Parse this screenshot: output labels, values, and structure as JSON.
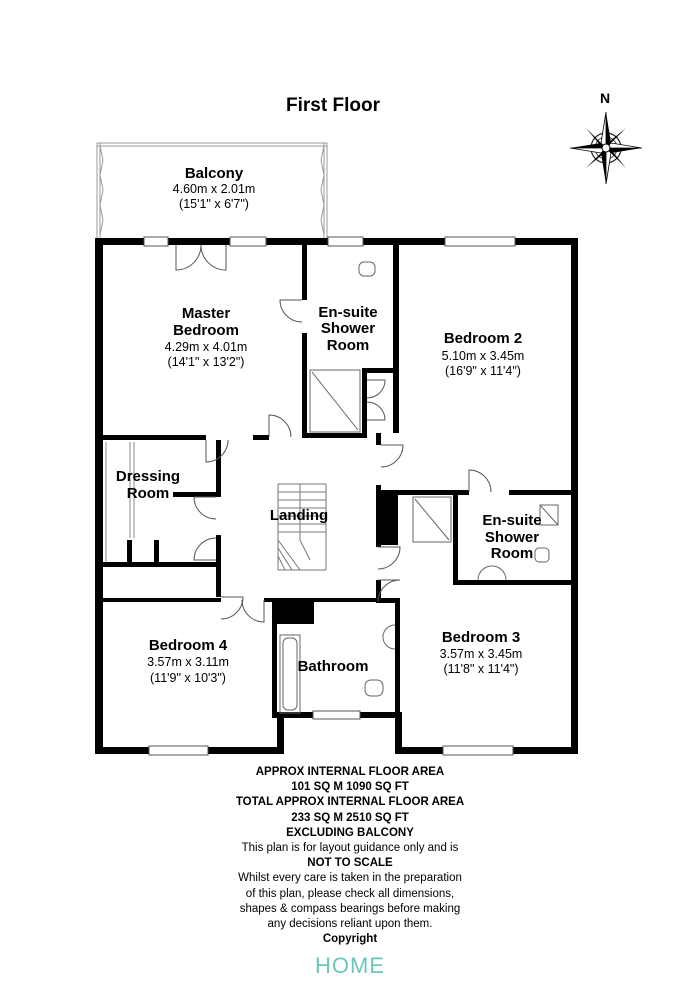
{
  "floor_title": "First Floor",
  "compass": {
    "north_label": "N"
  },
  "rooms": {
    "balcony": {
      "name": "Balcony",
      "metric": "4.60m x 2.01m",
      "imperial": "(15'1\" x 6'7\")"
    },
    "master": {
      "name_line1": "Master",
      "name_line2": "Bedroom",
      "metric": "4.29m x 4.01m",
      "imperial": "(14'1\" x 13'2\")"
    },
    "ensuite1": {
      "line1": "En-suite",
      "line2": "Shower",
      "line3": "Room"
    },
    "bedroom2": {
      "name": "Bedroom 2",
      "metric": "5.10m x 3.45m",
      "imperial": "(16'9\" x 11'4\")"
    },
    "dressing": {
      "line1": "Dressing",
      "line2": "Room"
    },
    "landing": {
      "name": "Landing"
    },
    "ensuite2": {
      "line1": "En-suite",
      "line2": "Shower",
      "line3": "Room"
    },
    "bedroom4": {
      "name": "Bedroom 4",
      "metric": "3.57m x 3.11m",
      "imperial": "(11'9\" x 10'3\")"
    },
    "bathroom": {
      "name": "Bathroom"
    },
    "bedroom3": {
      "name": "Bedroom 3",
      "metric": "3.57m x 3.45m",
      "imperial": "(11'8\" x 11'4\")"
    }
  },
  "notes": {
    "line1": "APPROX INTERNAL FLOOR AREA",
    "line2": "101 SQ M 1090 SQ FT",
    "line3": "TOTAL APPROX INTERNAL FLOOR AREA",
    "line4": "233 SQ M 2510 SQ FT",
    "line5": "EXCLUDING BALCONY",
    "line6": "This plan is for layout guidance only and is",
    "line7": "NOT TO SCALE",
    "line8": "Whilst every care is taken in the preparation",
    "line9": "of this plan, please check all dimensions,",
    "line10": "shapes & compass bearings before making",
    "line11": "any decisions reliant upon them.",
    "line12": "Copyright"
  },
  "logo": {
    "text": "HOME",
    "color": "#6cc7bb"
  }
}
